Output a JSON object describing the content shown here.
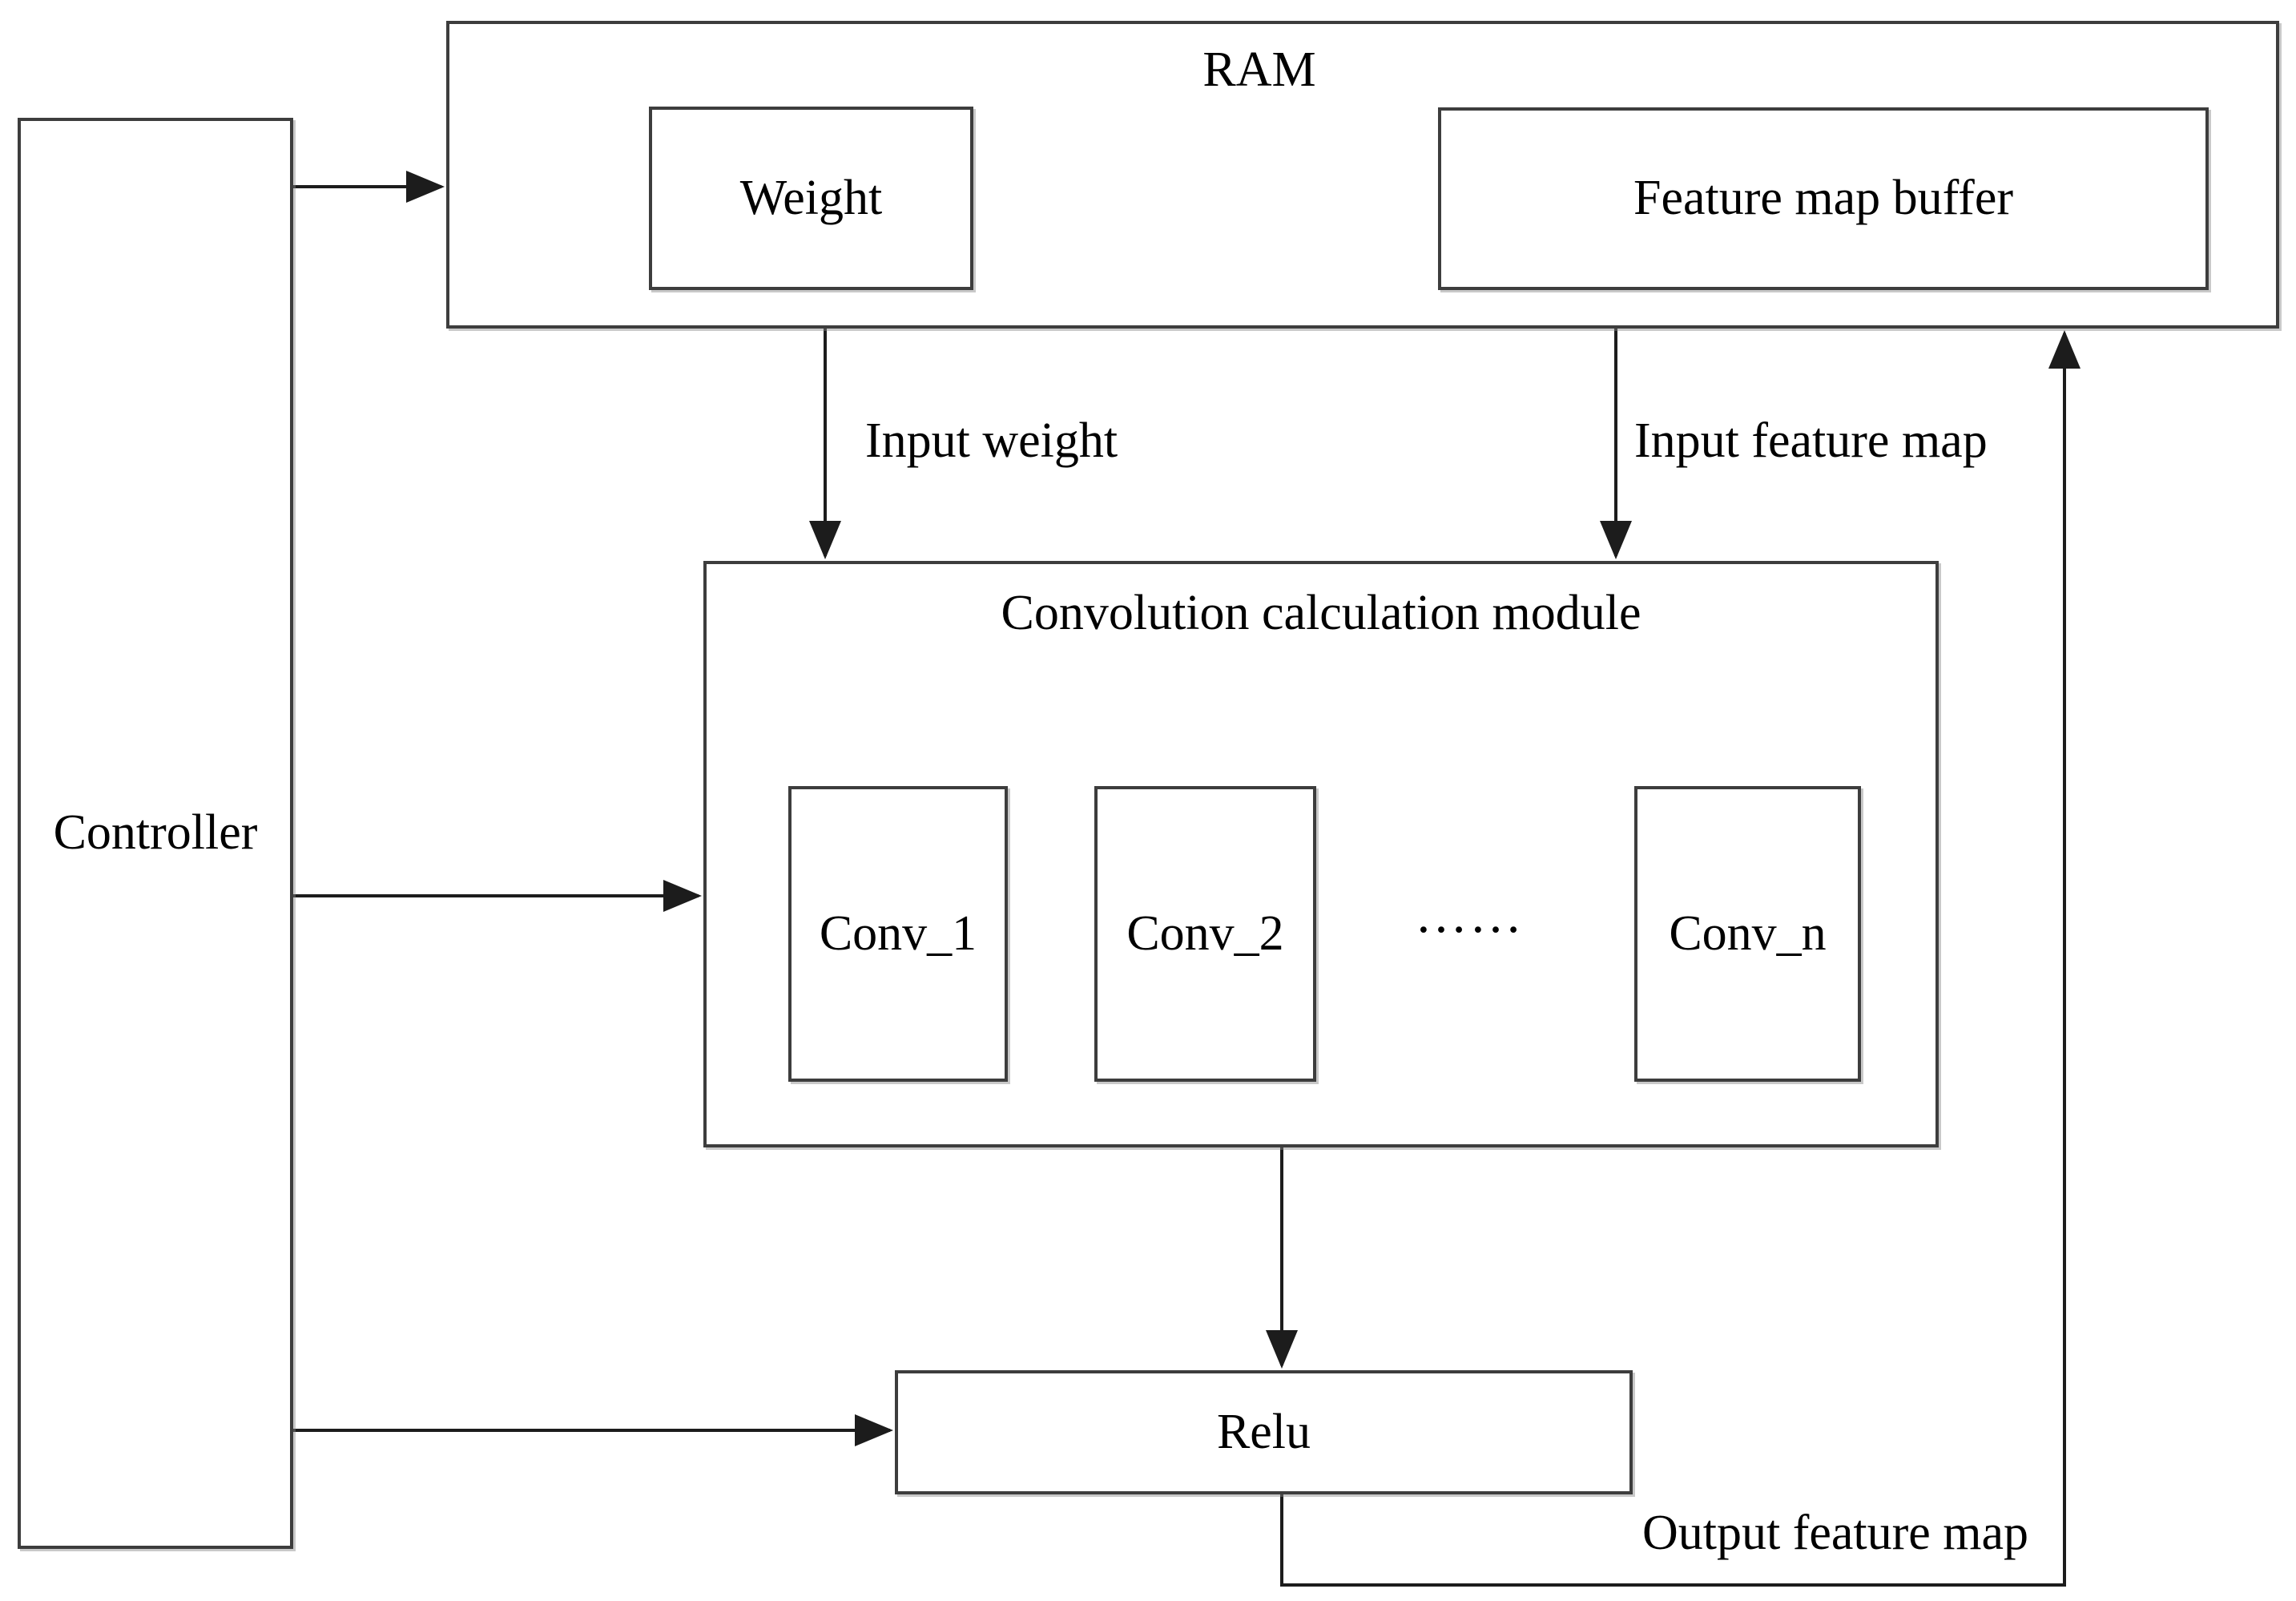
{
  "diagram": {
    "controller": {
      "label": "Controller"
    },
    "ram": {
      "title": "RAM",
      "weight_label": "Weight",
      "feature_map_buffer_label": "Feature map buffer"
    },
    "conv_module": {
      "title": "Convolution calculation module",
      "units": [
        {
          "label": "Conv_1"
        },
        {
          "label": "Conv_2"
        },
        {
          "label": "Conv_n"
        }
      ],
      "ellipsis": "……"
    },
    "relu": {
      "label": "Relu"
    },
    "edge_labels": {
      "input_weight": "Input weight",
      "input_feature_map": "Input feature map",
      "output_feature_map": "Output feature map"
    },
    "colors": {
      "line": "#1c1c1c",
      "box_border": "#3d3d3d",
      "background": "#ffffff",
      "text": "#000000"
    }
  }
}
